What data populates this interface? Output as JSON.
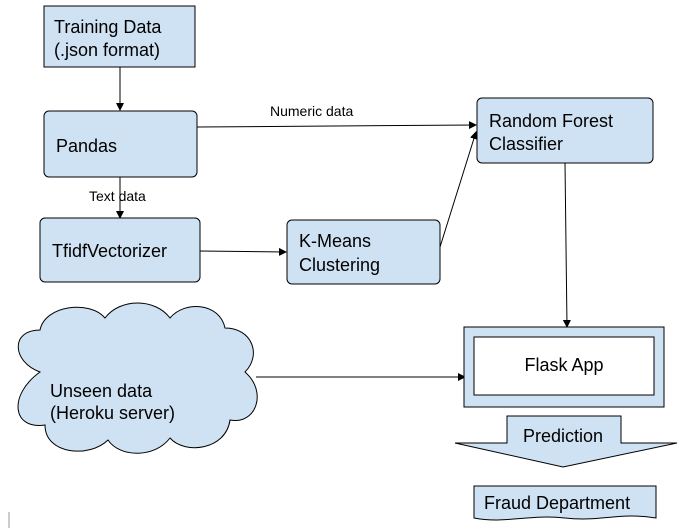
{
  "nodes": {
    "training_data": {
      "line1": "Training Data",
      "line2": "(.json format)"
    },
    "pandas": {
      "label": "Pandas"
    },
    "tfidf": {
      "label": "TfidfVectorizer"
    },
    "kmeans": {
      "line1": "K-Means",
      "line2": "Clustering"
    },
    "random_forest": {
      "line1": "Random Forest",
      "line2": "Classifier"
    },
    "flask_app": {
      "label": "Flask App"
    },
    "unseen_data": {
      "line1": "Unseen data",
      "line2": "(Heroku server)"
    },
    "prediction": {
      "label": "Prediction"
    },
    "fraud_department": {
      "label": "Fraud Department"
    }
  },
  "edges": {
    "numeric_data": "Numeric data",
    "text_data": "Text data"
  },
  "colors": {
    "box_fill": "#cfe2f3",
    "stroke": "#000000",
    "inner_box_fill": "#ffffff"
  }
}
